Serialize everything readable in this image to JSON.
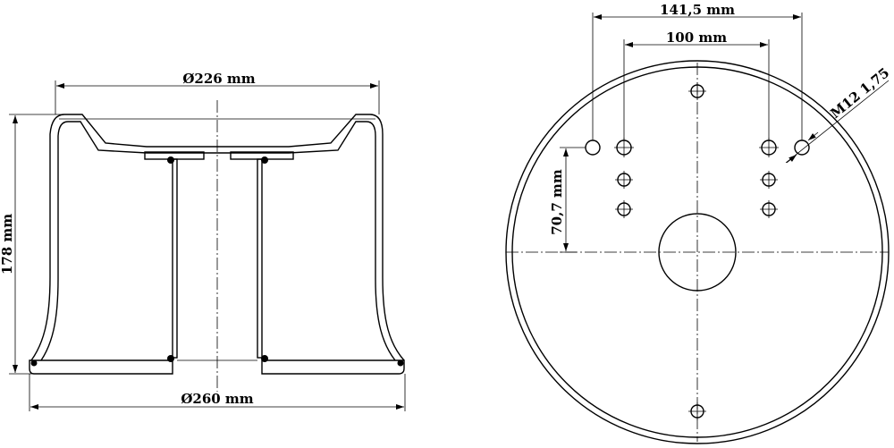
{
  "dimensions": {
    "top_diameter": "Ø226 mm",
    "bottom_diameter": "Ø260 mm",
    "height": "178 mm",
    "outer_hole_spacing": "141,5 mm",
    "inner_hole_spacing": "100 mm",
    "vertical_offset": "70,7 mm",
    "thread": "M12 1,75"
  },
  "colors": {
    "line": "#000000",
    "background": "#ffffff"
  }
}
